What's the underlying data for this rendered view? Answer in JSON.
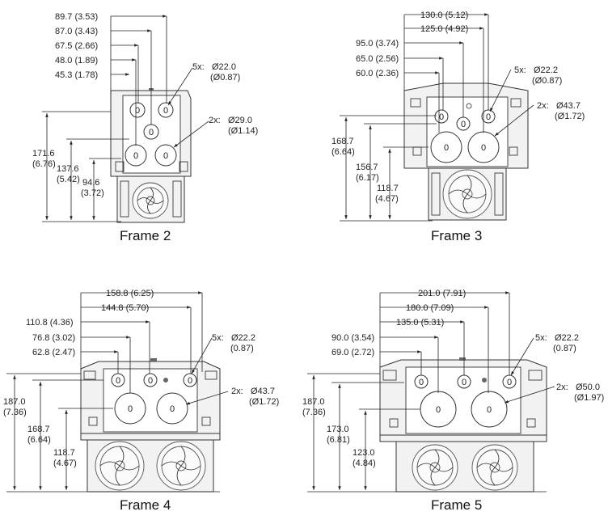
{
  "frames": [
    {
      "caption": "Frame 2",
      "top_dims": [
        "89.7 (3.53)",
        "87.0 (3.43)",
        "67.5 (2.66)",
        "48.0 (1.89)",
        "45.3 (1.78)"
      ],
      "callouts": [
        {
          "count": "5x:",
          "value": "Ø22.0",
          "alt": "(Ø0.87)"
        },
        {
          "count": "2x:",
          "value": "Ø29.0",
          "alt": "(Ø1.14)"
        }
      ],
      "side_dims": [
        {
          "value": "171.6",
          "alt": "(6.76)"
        },
        {
          "value": "137.6",
          "alt": "(5.42)"
        },
        {
          "value": "94.6",
          "alt": "(3.72)"
        }
      ]
    },
    {
      "caption": "Frame 3",
      "top_dims": [
        "130.0 (5.12)",
        "125.0 (4.92)",
        "95.0 (3.74)",
        "65.0 (2.56)",
        "60.0 (2.36)"
      ],
      "callouts": [
        {
          "count": "5x:",
          "value": "Ø22.2",
          "alt": "(Ø0.87)"
        },
        {
          "count": "2x:",
          "value": "Ø43.7",
          "alt": "(Ø1.72)"
        }
      ],
      "side_dims": [
        {
          "value": "168.7",
          "alt": "(6.64)"
        },
        {
          "value": "156.7",
          "alt": "(6.17)"
        },
        {
          "value": "118.7",
          "alt": "(4.67)"
        }
      ]
    },
    {
      "caption": "Frame 4",
      "top_dims": [
        "158.8 (6.25)",
        "144.8 (5.70)",
        "110.8 (4.36)",
        "76.8 (3.02)",
        "62.8 (2.47)"
      ],
      "callouts": [
        {
          "count": "5x:",
          "value": "Ø22.2",
          "alt": "(0.87)"
        },
        {
          "count": "2x:",
          "value": "Ø43.7",
          "alt": "(Ø1.72)"
        }
      ],
      "side_dims": [
        {
          "value": "187.0",
          "alt": "(7.36)"
        },
        {
          "value": "168.7",
          "alt": "(6.64)"
        },
        {
          "value": "118.7",
          "alt": "(4.67)"
        }
      ]
    },
    {
      "caption": "Frame 5",
      "top_dims": [
        "201.0 (7.91)",
        "180.0 (7.09)",
        "135.0 (5.31)",
        "90.0 (3.54)",
        "69.0 (2.72)"
      ],
      "callouts": [
        {
          "count": "5x:",
          "value": "Ø22.2",
          "alt": "(0.87)"
        },
        {
          "count": "2x:",
          "value": "Ø50.0",
          "alt": "(Ø1.97)"
        }
      ],
      "side_dims": [
        {
          "value": "187.0",
          "alt": "(7.36)"
        },
        {
          "value": "173.0",
          "alt": "(6.81)"
        },
        {
          "value": "123.0",
          "alt": "(4.84)"
        }
      ]
    }
  ]
}
